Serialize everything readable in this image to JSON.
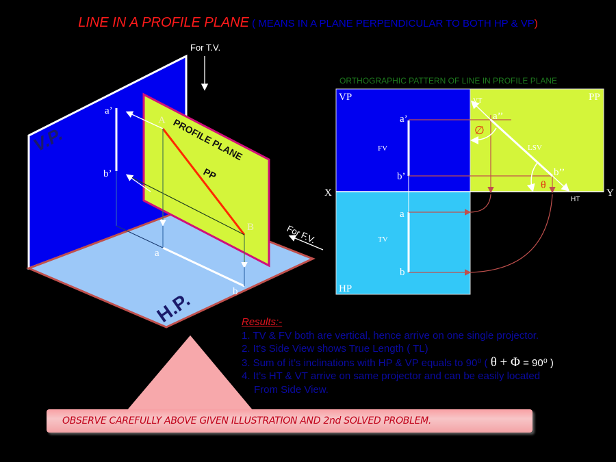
{
  "title": {
    "main": "LINE IN A PROFILE PLANE",
    "sub": " ( MEANS IN A PLANE PERPENDICULAR TO BOTH HP & VP",
    "close": ")"
  },
  "pictorial": {
    "for_tv": "For T.V.",
    "for_fv": "For F.V.",
    "vp_label": "V.P.",
    "hp_label": "H.P.",
    "pp_label_1": "PROFILE PLANE",
    "pp_label_2": "PP",
    "point_A": "A",
    "point_B": "B",
    "point_a_dash": "a’",
    "point_b_dash": "b’",
    "point_a": "a",
    "point_b": "b"
  },
  "orthographic": {
    "heading": "ORTHOGRAPHIC PATTERN OF LINE IN PROFILE PLANE",
    "vp": "VP",
    "pp": "PP",
    "hp": "HP",
    "x": "X",
    "y": "Y",
    "fv": "FV",
    "tv": "TV",
    "lsv": "LSV",
    "vt": "VT",
    "ht": "HT",
    "a_dash": "a’",
    "b_dash": "b’",
    "a_ddash": "a’’",
    "b_ddash": "b’’",
    "a": "a",
    "b": "b",
    "phi": "∅",
    "theta": "θ"
  },
  "results": {
    "heading": "Results:-",
    "items": [
      "1. TV & FV both are vertical, hence arrive on one single projector.",
      "2. It’s Side View shows True Length ( TL)",
      "3. Sum of it’s inclinations with HP & VP equals to 90⁰ ( ",
      "4. It’s HT & VT arrive on same projector and can be easily located",
      "From Side View."
    ],
    "formula": "θ + Φ",
    "formula_tail": " = 90⁰ )"
  },
  "banner": "OBSERVE CAREFULLY ABOVE GIVEN ILLUSTRATION AND 2nd SOLVED PROBLEM.",
  "colors": {
    "vp": "#0000f0",
    "hp_pictorial": "#9cc8f8",
    "pp": "#d4f53a",
    "hp_ortho": "#33c8f8",
    "line": "#ff2a00",
    "projector": "#c0504d"
  }
}
